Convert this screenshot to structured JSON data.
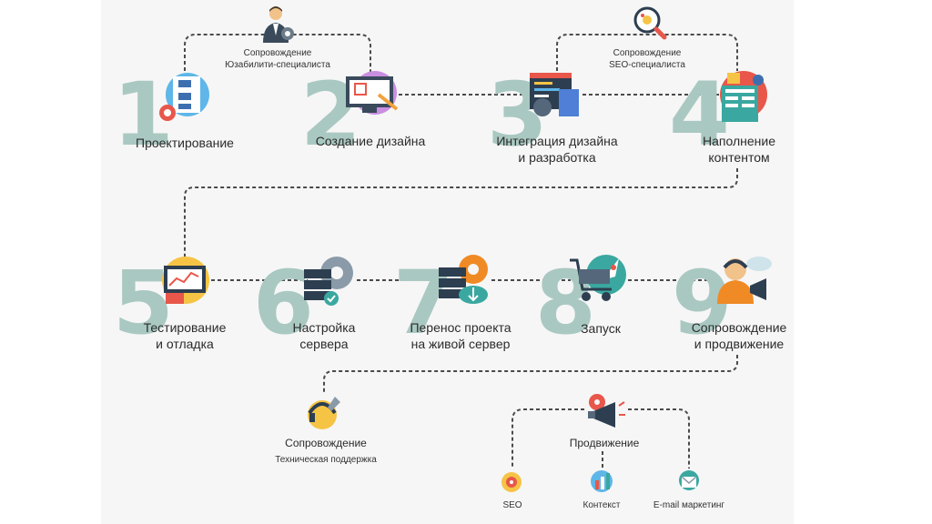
{
  "steps": [
    {
      "number": "1",
      "label": "Проектирование"
    },
    {
      "number": "2",
      "label": "Создание дизайна"
    },
    {
      "number": "3",
      "label_line1": "Интеграция дизайна",
      "label_line2": "и разработка"
    },
    {
      "number": "4",
      "label_line1": "Наполнение",
      "label_line2": "контентом"
    },
    {
      "number": "5",
      "label_line1": "Тестирование",
      "label_line2": "и отладка"
    },
    {
      "number": "6",
      "label_line1": "Настройка",
      "label_line2": "сервера"
    },
    {
      "number": "7",
      "label_line1": "Перенос проекта",
      "label_line2": "на живой сервер"
    },
    {
      "number": "8",
      "label": "Запуск"
    },
    {
      "number": "9",
      "label_line1": "Сопровождение",
      "label_line2": "и продвижение"
    }
  ],
  "support_usability": {
    "line1": "Сопровождение",
    "line2": "Юзабилити-специалиста"
  },
  "support_seo": {
    "line1": "Сопровождение",
    "line2": "SEO-специалиста"
  },
  "tech_support": {
    "title": "Сопровождение",
    "subtitle": "Техническая поддержка"
  },
  "promotion": {
    "title": "Продвижение",
    "items": [
      "SEO",
      "Контекст",
      "E-mail маркетинг"
    ]
  },
  "colors": {
    "number": "#a9c8c1",
    "accent_orange": "#f08a24",
    "accent_teal": "#3aa8a0",
    "line": "#4a4a4a"
  }
}
